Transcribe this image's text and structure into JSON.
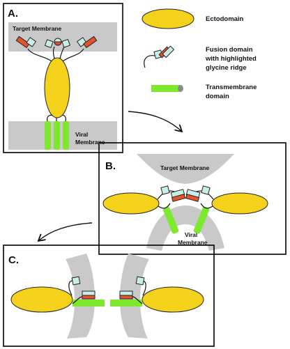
{
  "panels": {
    "a": {
      "letter": "A.",
      "target_membrane": "Target Membrane",
      "viral_membrane_l1": "Viral",
      "viral_membrane_l2": "Membrane"
    },
    "b": {
      "letter": "B.",
      "target_membrane": "Target Membrane",
      "viral_membrane_l1": "Viral",
      "viral_membrane_l2": "Membrane"
    },
    "c": {
      "letter": "C."
    }
  },
  "legend": {
    "ectodomain": "Ectodomain",
    "fusion_l1": "Fusion domain",
    "fusion_l2": "with highlighted",
    "fusion_l3": "glycine ridge",
    "tm_l1": "Transmembrane",
    "tm_l2": "domain"
  },
  "colors": {
    "ectodomain": "#f4d21c",
    "fusion_domain": "#c8efe6",
    "glycine_ridge": "#e5532d",
    "transmembrane": "#7ee82f",
    "membrane": "#c9c9c9"
  }
}
